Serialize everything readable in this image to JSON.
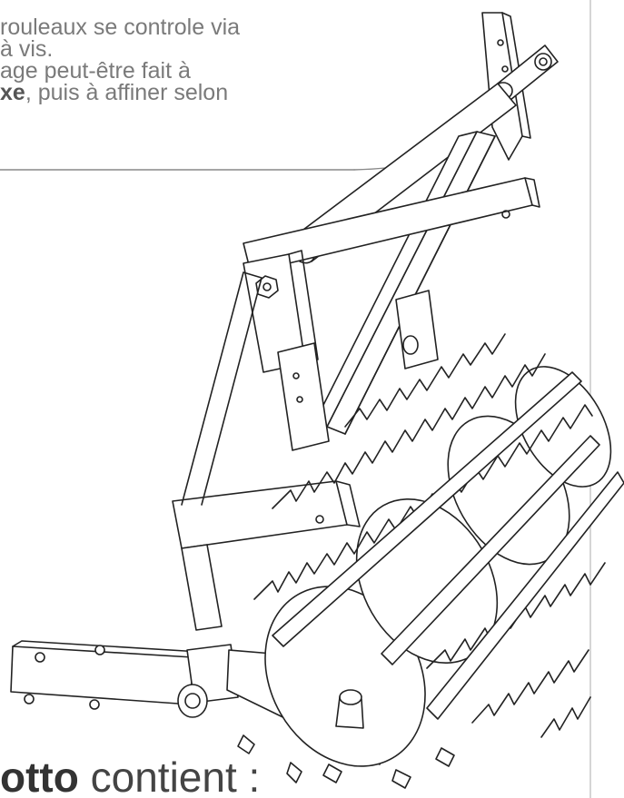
{
  "text": {
    "line1": "rouleaux se controle via",
    "line2": "à vis.",
    "line3": "age peut-être fait à",
    "line4_bold": "xe",
    "line4_rest": ", puis à affiner selon"
  },
  "bottom": {
    "bold": "otto",
    "rest": " contient :"
  }
}
